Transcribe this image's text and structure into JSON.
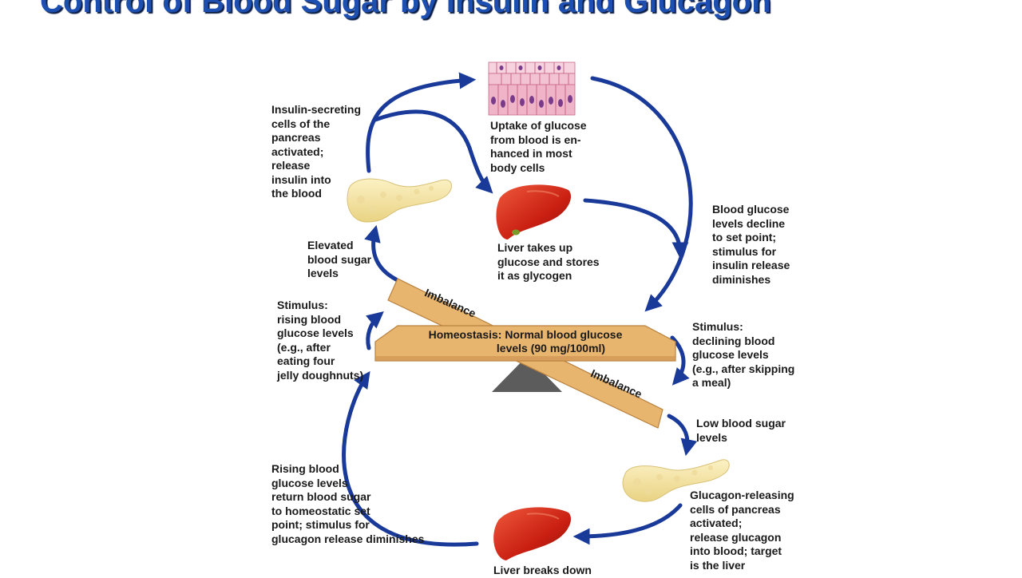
{
  "title": "Control of Blood Sugar by Insulin and Glucagon",
  "labels": {
    "insulin_secreting": "Insulin-secreting\ncells of the\npancreas\nactivated;\nrelease\ninsulin into\nthe blood",
    "uptake_glucose": "Uptake of glucose\nfrom blood is en-\nhanced in most\nbody cells",
    "liver_stores": "Liver takes up\nglucose and stores\nit as glycogen",
    "decline_set_point": "Blood glucose\nlevels decline\nto set point;\nstimulus for\ninsulin release\ndiminishes",
    "elevated_sugar": "Elevated\nblood sugar\nlevels",
    "stimulus_rising": "Stimulus:\nrising blood\nglucose levels\n(e.g., after\neating four\njelly doughnuts)",
    "stimulus_declining": "Stimulus:\ndeclining blood\nglucose levels\n(e.g., after skipping\na meal)",
    "low_sugar": "Low blood sugar\nlevels",
    "glucagon_releasing": "Glucagon-releasing\ncells of pancreas\nactivated;\nrelease glucagon\ninto blood; target\nis the liver",
    "rising_return": "Rising blood\nglucose levels\nreturn blood sugar\nto homeostatic set\npoint; stimulus for\nglucagon release diminishes",
    "liver_breaks": "Liver breaks down"
  },
  "seesaw": {
    "homeostasis_line1": "Homeostasis: Normal blood glucose",
    "homeostasis_line2": "levels (90 mg/100ml)",
    "imbalance_top": "Imbalance",
    "imbalance_bottom": "Imbalance"
  },
  "colors": {
    "arrow": "#1a3a9a",
    "title": "#1c4fb0",
    "beam": "#e8b56e",
    "liver": "#d42a1a",
    "pancreas": "#f3e3a0"
  },
  "icons": [
    "body-cells-icon",
    "liver-icon",
    "pancreas-icon",
    "fulcrum-icon"
  ]
}
